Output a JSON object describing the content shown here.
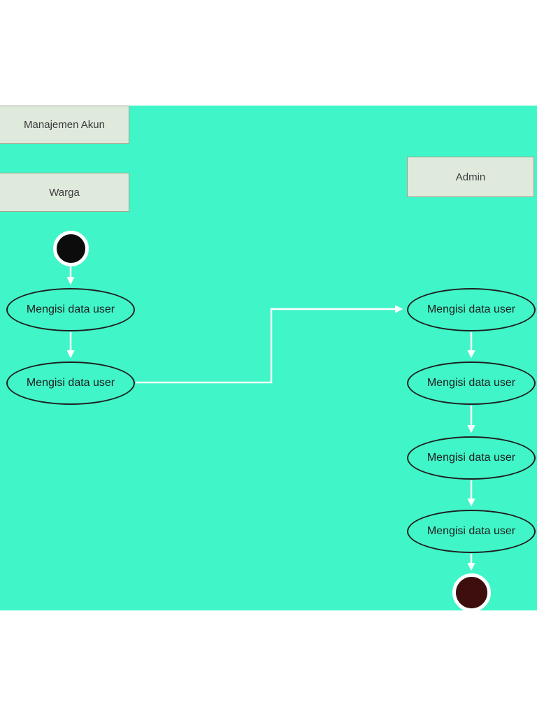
{
  "diagram": {
    "title": "Manajemen Akun",
    "lanes": [
      {
        "label": "Warga",
        "nodes": [
          {
            "label": "Mengisi data user"
          },
          {
            "label": "Mengisi data user"
          }
        ]
      },
      {
        "label": "Admin",
        "nodes": [
          {
            "label": "Mengisi data user"
          },
          {
            "label": "Mengisi data user"
          },
          {
            "label": "Mengisi data user"
          },
          {
            "label": "Mengisi data user"
          }
        ]
      }
    ],
    "colors": {
      "page": "#FFFFFF",
      "background": "#40F5C8",
      "box_fill": "#DFE9DC",
      "box_border": "#9BA489",
      "oval_stroke": "#1F1F1F",
      "connector": "#FFFFFF",
      "start_fill": "#0C0C0C",
      "end_fill": "#3E0D0D"
    }
  }
}
